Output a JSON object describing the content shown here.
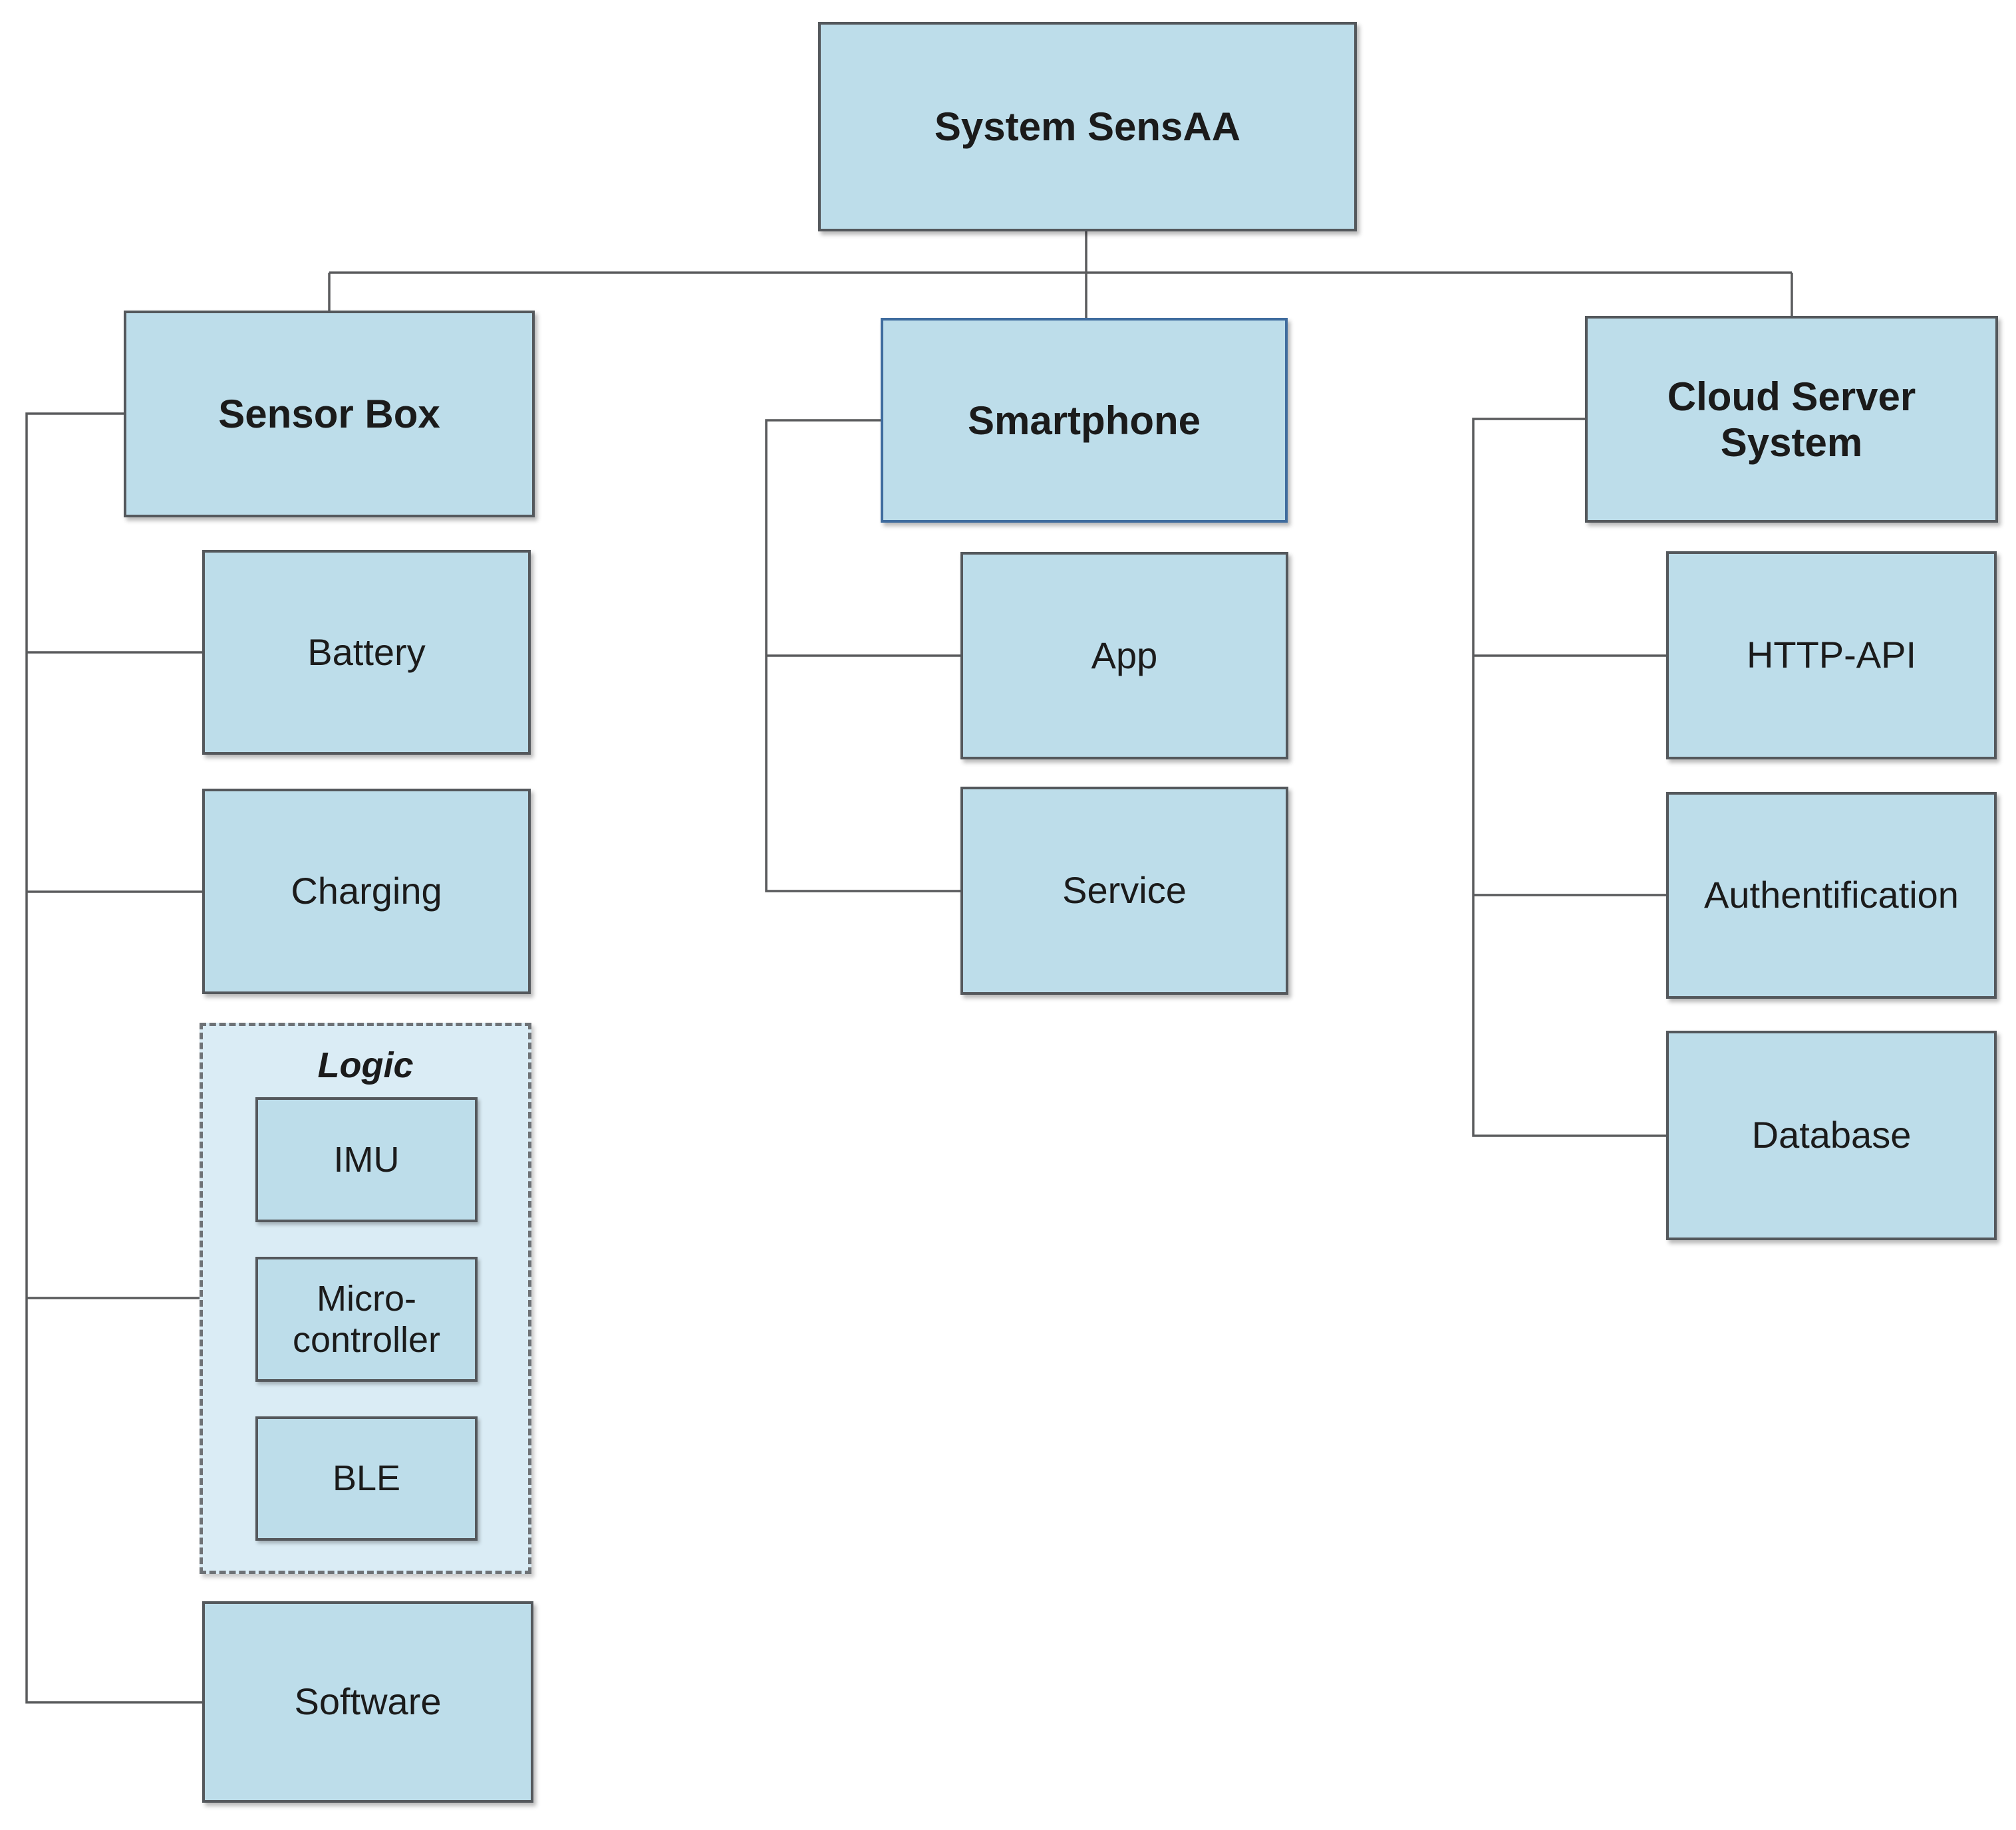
{
  "colors": {
    "box_fill": "#BDDDEA",
    "group_fill": "#DAECF5",
    "border": "#54585C",
    "smartphone_border": "#3F6C9E",
    "connector": "#5A5B5D",
    "text": "#1B1B1B",
    "background": "#FFFFFF"
  },
  "nodes": {
    "root": "System SensAA",
    "sensor_box": "Sensor Box",
    "battery": "Battery",
    "charging": "Charging",
    "logic": "Logic",
    "imu": "IMU",
    "microcontroller": "Micro-controller",
    "ble": "BLE",
    "software": "Software",
    "smartphone": "Smartphone",
    "app": "App",
    "service": "Service",
    "cloud": "Cloud Server System",
    "http_api": "HTTP-API",
    "authentification": "Authentification",
    "database": "Database"
  },
  "edges": [
    {
      "from": "System SensAA",
      "to": "Sensor Box"
    },
    {
      "from": "System SensAA",
      "to": "Smartphone"
    },
    {
      "from": "System SensAA",
      "to": "Cloud Server System"
    },
    {
      "from": "Sensor Box",
      "to": "Battery"
    },
    {
      "from": "Sensor Box",
      "to": "Charging"
    },
    {
      "from": "Sensor Box",
      "to": "Logic"
    },
    {
      "from": "Sensor Box",
      "to": "Software"
    },
    {
      "from": "Logic",
      "to": "IMU"
    },
    {
      "from": "Logic",
      "to": "Micro-controller"
    },
    {
      "from": "Logic",
      "to": "BLE"
    },
    {
      "from": "Smartphone",
      "to": "App"
    },
    {
      "from": "Smartphone",
      "to": "Service"
    },
    {
      "from": "Cloud Server System",
      "to": "HTTP-API"
    },
    {
      "from": "Cloud Server System",
      "to": "Authentification"
    },
    {
      "from": "Cloud Server System",
      "to": "Database"
    }
  ]
}
